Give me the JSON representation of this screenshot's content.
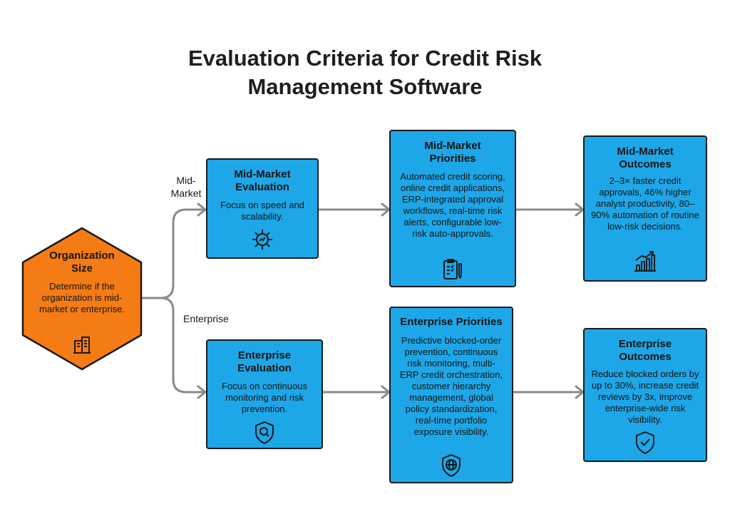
{
  "title": {
    "line1": "Evaluation Criteria for Credit Risk",
    "line2": "Management Software"
  },
  "branches": {
    "mid_market_line1": "Mid-",
    "mid_market_line2": "Market",
    "enterprise": "Enterprise"
  },
  "start": {
    "heading_line1": "Organization",
    "heading_line2": "Size",
    "text": "Determine if the organization is mid-market or enterprise.",
    "icon": "building-icon"
  },
  "mid_market_evaluation": {
    "heading": "Mid-Market Evaluation",
    "text": "Focus on speed and scalability.",
    "icon": "gear-icon"
  },
  "enterprise_evaluation": {
    "heading": "Enterprise Evaluation",
    "text": "Focus on continuous monitoring and risk prevention.",
    "icon": "shield-search-icon"
  },
  "mid_market_priorities": {
    "heading": "Mid-Market Priorities",
    "text": "Automated credit scoring, online credit applications, ERP-integrated approval workflows, real-time risk alerts, configurable low-risk auto-approvals.",
    "icon": "document-pen-icon"
  },
  "enterprise_priorities": {
    "heading": "Enterprise Priorities",
    "text": "Predictive blocked-order prevention, continuous risk monitoring, multi-ERP credit orchestration, customer hierarchy management, global policy standardization, real-time portfolio exposure visibility.",
    "icon": "shield-globe-icon"
  },
  "mid_market_outcomes": {
    "heading": "Mid-Market Outcomes",
    "text": "2–3× faster credit approvals, 46% higher analyst productivity, 80–90% automation of routine low-risk decisions.",
    "icon": "bar-chart-trend-icon"
  },
  "enterprise_outcomes": {
    "heading": "Enterprise Outcomes",
    "text": "Reduce blocked orders by up to 30%, increase credit reviews by 3x, improve enterprise-wide risk visibility.",
    "icon": "shield-check-icon"
  },
  "colors": {
    "box_fill": "#1ea7e8",
    "start_fill": "#f57c14",
    "connector": "#8a8a8a",
    "outline": "#1a1a1a"
  }
}
